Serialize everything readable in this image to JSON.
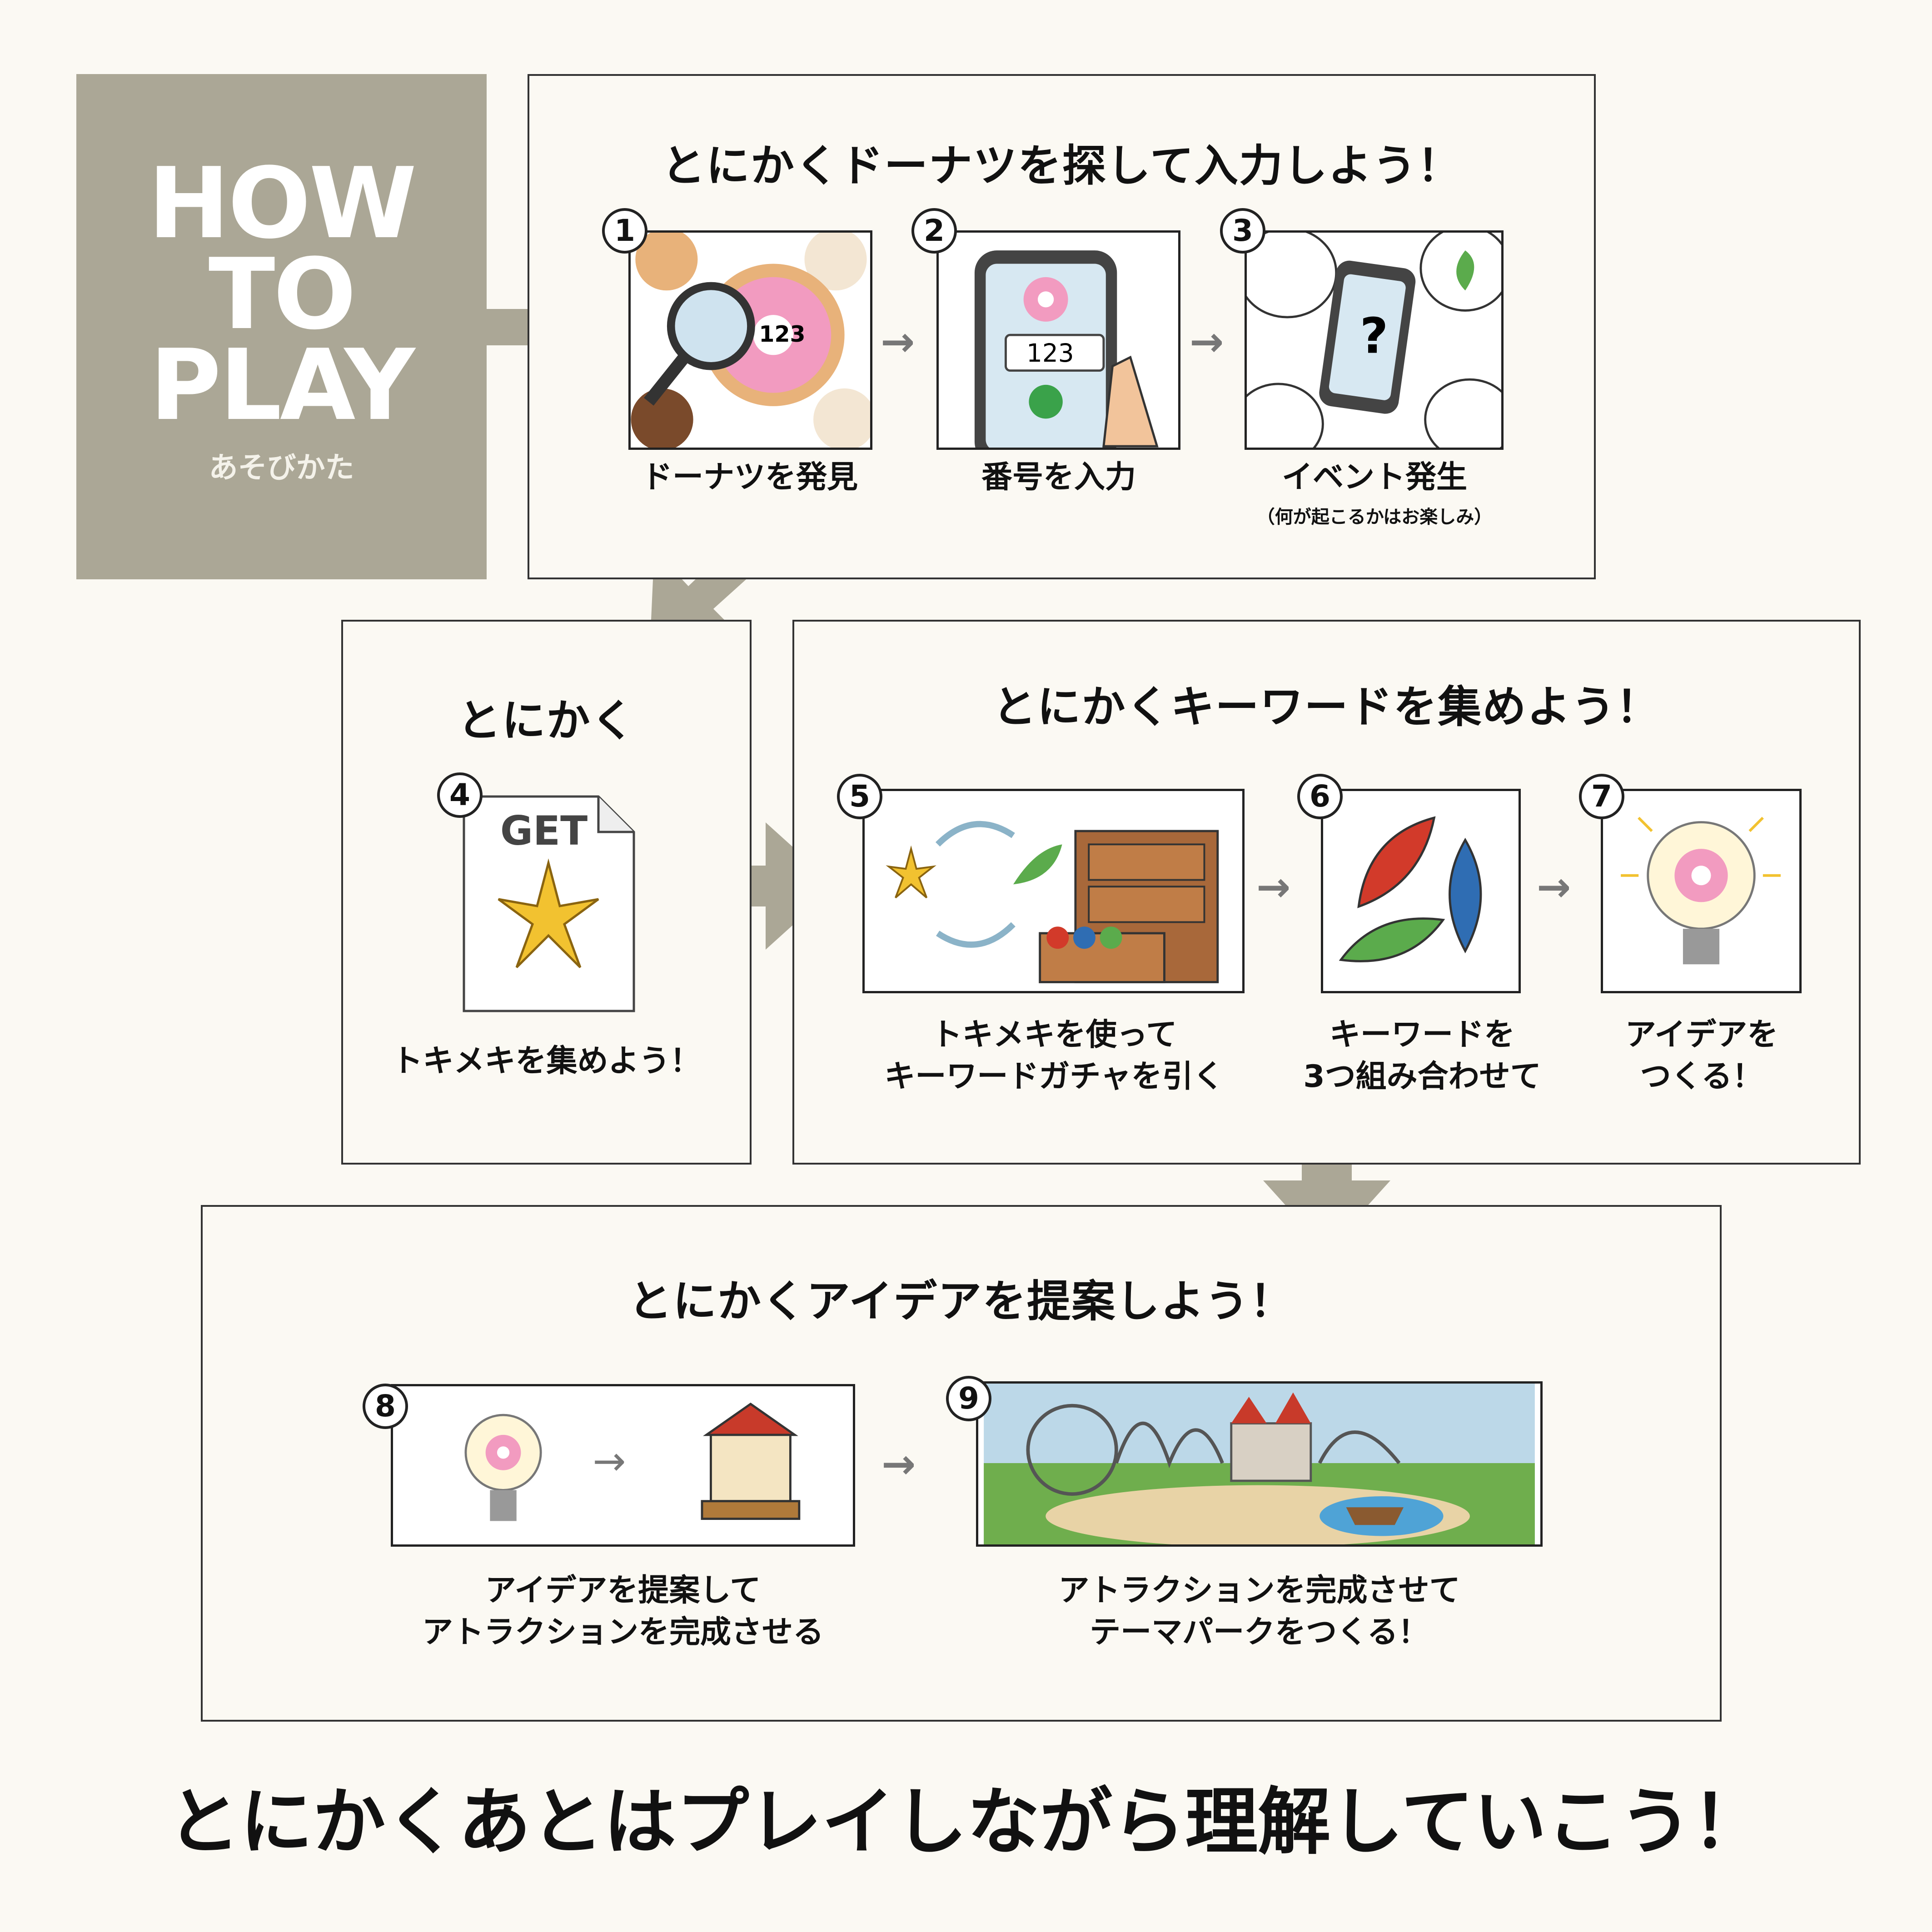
{
  "header": {
    "line1": "HOW",
    "line2": "TO",
    "line3": "PLAY",
    "subtitle": "あそびかた"
  },
  "section1": {
    "title": "とにかくドーナツを探して入力しよう！",
    "steps": [
      {
        "num": "1",
        "label": "ドーナツを発見",
        "image_text": "123"
      },
      {
        "num": "2",
        "label": "番号を入力",
        "image_text": "123"
      },
      {
        "num": "3",
        "label": "イベント発生",
        "note": "（何が起こるかはお楽しみ）",
        "image_text": "?"
      }
    ]
  },
  "section2": {
    "title": "とにかく",
    "step": {
      "num": "4",
      "image_text": "GET",
      "label": "トキメキを集めよう！"
    }
  },
  "section3": {
    "title": "とにかくキーワードを集めよう！",
    "steps": [
      {
        "num": "5",
        "label1": "トキメキを使って",
        "label2": "キーワードガチャを引く"
      },
      {
        "num": "6",
        "label1": "キーワードを",
        "label2": "3つ組み合わせて"
      },
      {
        "num": "7",
        "label1": "アイデアを",
        "label2": "つくる！"
      }
    ]
  },
  "section4": {
    "title": "とにかくアイデアを提案しよう！",
    "steps": [
      {
        "num": "8",
        "label1": "アイデアを提案して",
        "label2": "アトラクションを完成させる"
      },
      {
        "num": "9",
        "label1": "アトラクションを完成させて",
        "label2": "テーマパークをつくる！"
      }
    ]
  },
  "footer": {
    "message": "とにかくあとはプレイしながら理解していこう！"
  },
  "colors": {
    "accent": "#aba796",
    "background": "#fbf9f3"
  }
}
